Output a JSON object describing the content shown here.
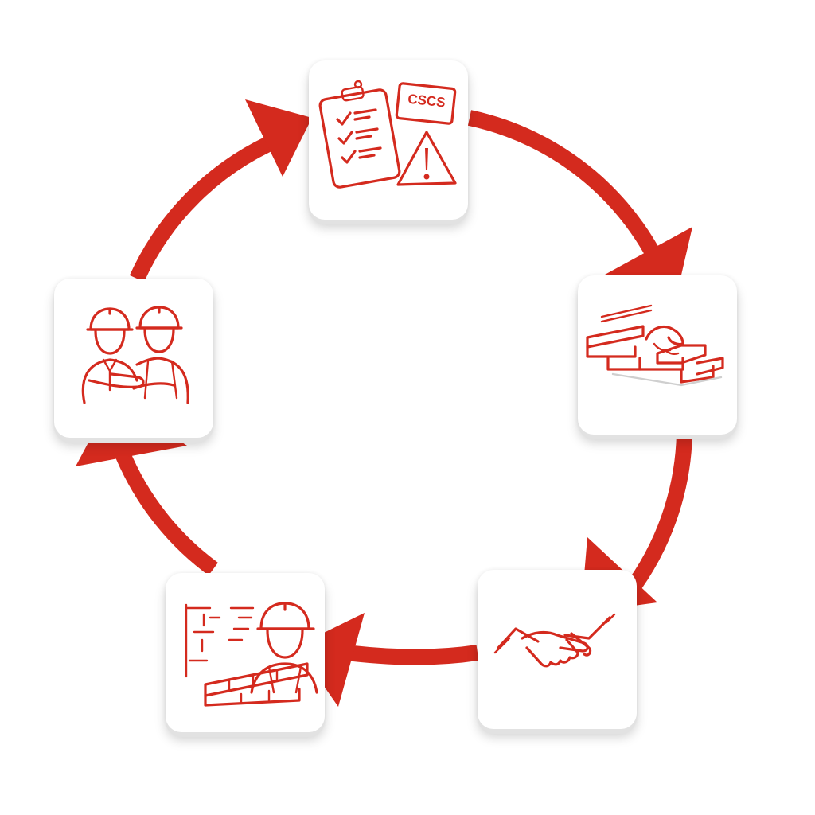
{
  "colors": {
    "accent": "#d42a1e",
    "tile_bg": "#ffffff"
  },
  "steps": [
    {
      "id": "safety-checklist",
      "icons": [
        "clipboard-checklist-icon",
        "cscs-card-icon",
        "warning-triangle-icon"
      ],
      "card_text": "CSCS"
    },
    {
      "id": "bricklaying",
      "icons": [
        "bricks-hand-icon"
      ]
    },
    {
      "id": "agreement",
      "icons": [
        "handshake-icon"
      ]
    },
    {
      "id": "bricklayer-at-work",
      "icons": [
        "builder-wall-icon"
      ]
    },
    {
      "id": "team",
      "icons": [
        "construction-workers-team-icon"
      ]
    }
  ],
  "cycle_direction": "clockwise"
}
